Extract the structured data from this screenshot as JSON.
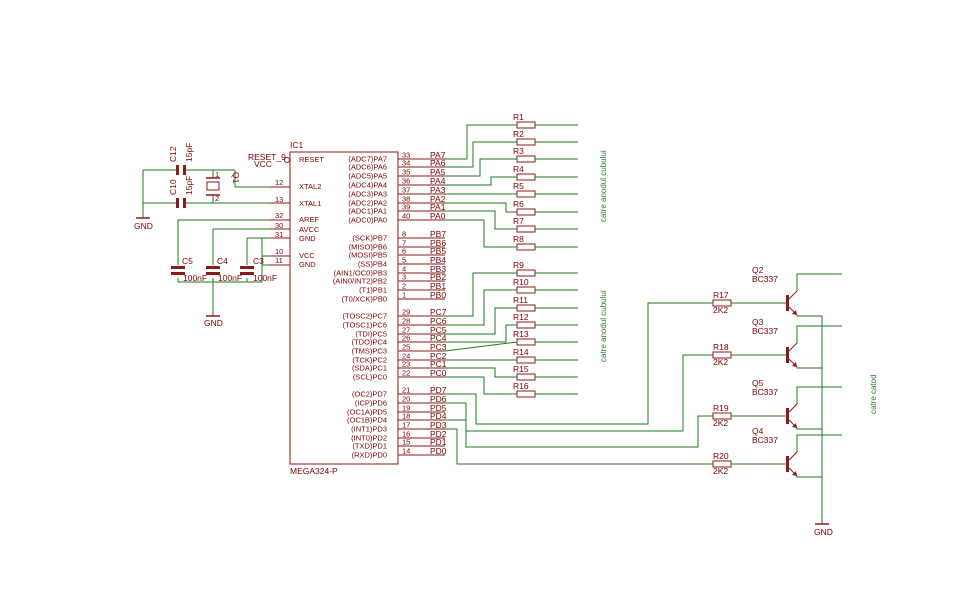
{
  "ic": {
    "name": "IC1",
    "part": "MEGA324-P",
    "left_pins": [
      {
        "num": "",
        "name": "RESET"
      },
      {
        "num": "12",
        "name": "XTAL2"
      },
      {
        "num": "13",
        "name": "XTAL1"
      },
      {
        "num": "32",
        "name": "AREF"
      },
      {
        "num": "30",
        "name": "AVCC"
      },
      {
        "num": "31",
        "name": "GND"
      },
      {
        "num": "10",
        "name": "VCC"
      },
      {
        "num": "11",
        "name": "GND"
      }
    ],
    "right_pins": [
      {
        "func": "(ADC7)PA7",
        "num": "33",
        "net": "PA7"
      },
      {
        "func": "(ADC6)PA6",
        "num": "34",
        "net": "PA6"
      },
      {
        "func": "(ADC5)PA5",
        "num": "35",
        "net": "PA5"
      },
      {
        "func": "(ADC4)PA4",
        "num": "36",
        "net": "PA4"
      },
      {
        "func": "(ADC3)PA3",
        "num": "37",
        "net": "PA3"
      },
      {
        "func": "(ADC2)PA2",
        "num": "38",
        "net": "PA2"
      },
      {
        "func": "(ADC1)PA1",
        "num": "39",
        "net": "PA1"
      },
      {
        "func": "(ADC0)PA0",
        "num": "40",
        "net": "PA0"
      },
      {
        "func": "(SCK)PB7",
        "num": "8",
        "net": "PB7"
      },
      {
        "func": "(MISO)PB6",
        "num": "7",
        "net": "PB6"
      },
      {
        "func": "(MOSI)PB5",
        "num": "6",
        "net": "PB5"
      },
      {
        "func": "(SS)PB4",
        "num": "5",
        "net": "PB4"
      },
      {
        "func": "(AIN1/OC0)PB3",
        "num": "4",
        "net": "PB3"
      },
      {
        "func": "(AIN0/INT2)PB2",
        "num": "3",
        "net": "PB2"
      },
      {
        "func": "(T1)PB1",
        "num": "2",
        "net": "PB1"
      },
      {
        "func": "(T0/XCK)PB0",
        "num": "1",
        "net": "PB0"
      },
      {
        "func": "(TOSC2)PC7",
        "num": "29",
        "net": "PC7"
      },
      {
        "func": "(TOSC1)PC6",
        "num": "28",
        "net": "PC6"
      },
      {
        "func": "(TDI)PC5",
        "num": "27",
        "net": "PC5"
      },
      {
        "func": "(TDO)PC4",
        "num": "26",
        "net": "PC4"
      },
      {
        "func": "(TMS)PC3",
        "num": "25",
        "net": "PC3"
      },
      {
        "func": "(TCK)PC2",
        "num": "24",
        "net": "PC2"
      },
      {
        "func": "(SDA)PC1",
        "num": "23",
        "net": "PC1"
      },
      {
        "func": "(SCL)PC0",
        "num": "22",
        "net": "PC0"
      },
      {
        "func": "(OC2)PD7",
        "num": "21",
        "net": "PD7"
      },
      {
        "func": "(ICP)PD6",
        "num": "20",
        "net": "PD6"
      },
      {
        "func": "(OC1A)PD5",
        "num": "19",
        "net": "PD5"
      },
      {
        "func": "(OC1B)PD4",
        "num": "18",
        "net": "PD4"
      },
      {
        "func": "(INT1)PD3",
        "num": "17",
        "net": "PD3"
      },
      {
        "func": "(INT0)PD2",
        "num": "16",
        "net": "PD2"
      },
      {
        "func": "(TXD)PD1",
        "num": "15",
        "net": "PD1"
      },
      {
        "func": "(RXD)PD0",
        "num": "14",
        "net": "PD0"
      }
    ]
  },
  "reset_label": "RESET_9",
  "vcc_label": "VCC",
  "capacitors": [
    {
      "name": "C12",
      "value": "15pF"
    },
    {
      "name": "C10",
      "value": "15pF"
    },
    {
      "name": "C5",
      "value": "100nF"
    },
    {
      "name": "C4",
      "value": "100nF"
    },
    {
      "name": "C3",
      "value": "100nF"
    }
  ],
  "crystal": {
    "name": "Q1",
    "pin1": "1",
    "pin2": "2"
  },
  "gnd_labels": [
    "GND",
    "GND",
    "GND"
  ],
  "resistors_top": [
    "R1",
    "R2",
    "R3",
    "R4",
    "R5",
    "R6",
    "R7",
    "R8"
  ],
  "resistors_mid": [
    "R9",
    "R10",
    "R11",
    "R12",
    "R13",
    "R14",
    "R15",
    "R16"
  ],
  "transistors": [
    {
      "name": "Q2",
      "type": "BC337",
      "res": "R17",
      "res_val": "2K2"
    },
    {
      "name": "Q3",
      "type": "BC337",
      "res": "R18",
      "res_val": "2K2"
    },
    {
      "name": "Q5",
      "type": "BC337",
      "res": "R19",
      "res_val": "2K2"
    },
    {
      "name": "Q4",
      "type": "BC337",
      "res": "R20",
      "res_val": "2K2"
    }
  ],
  "net_labels": {
    "top": "catre anodul cubului",
    "mid": "catre anodul cubului",
    "cathode": "catre catod"
  },
  "colors": {
    "symbol": "#8b1a1a",
    "wire": "#1f7a1f",
    "label": "#7a0000"
  }
}
